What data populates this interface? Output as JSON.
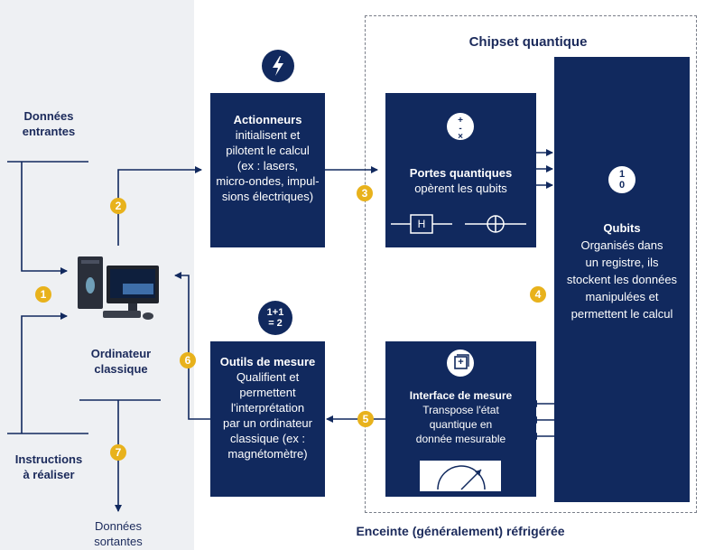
{
  "chipset_title": "Chipset quantique",
  "enclosure_label": "Enceinte (généralement) réfrigérée",
  "left": {
    "incoming": [
      "Données",
      "entrantes"
    ],
    "instructions": [
      "Instructions",
      "à réaliser"
    ],
    "computer": [
      "Ordinateur",
      "classique"
    ],
    "outgoing": [
      "Données",
      "sortantes"
    ]
  },
  "actuators": {
    "title": "Actionneurs",
    "lines": [
      "initialisent et",
      "pilotent le calcul",
      "(ex : lasers,",
      "micro-ondes, impul-",
      "sions électriques)"
    ]
  },
  "gates": {
    "title": "Portes quantiques",
    "line": "opèrent les qubits",
    "gate_h": "H",
    "icon_symbols": [
      "+",
      "-",
      "×"
    ]
  },
  "qubits": {
    "title": "Qubits",
    "lines": [
      "Organisés dans",
      "un registre, ils",
      "stockent les données",
      "manipulées et",
      "permettent le calcul"
    ],
    "icon_symbols": [
      "1",
      "0"
    ]
  },
  "measure_tools": {
    "title": "Outils de mesure",
    "lines": [
      "Qualifient et",
      "permettent",
      "l'interprétation",
      "par un ordinateur",
      "classique (ex :",
      "magnétomètre)"
    ],
    "icon_symbols": [
      "1+1",
      "= 2"
    ]
  },
  "measure_interface": {
    "title": "Interface de mesure",
    "lines": [
      "Transpose l'état",
      "quantique en",
      "donnée mesurable"
    ],
    "icon_symbol": "+"
  },
  "steps": [
    "1",
    "2",
    "3",
    "4",
    "5",
    "6",
    "7"
  ],
  "colors": {
    "navy": "#11295e",
    "gold": "#e8b21c",
    "background": "#eef0f3"
  },
  "icons": [
    "lightning-icon",
    "desktop-computer-icon",
    "operators-icon",
    "binary-icon",
    "addition-icon",
    "measure-frame-icon",
    "gauge-icon",
    "hadamard-gate",
    "cnot-gate"
  ]
}
